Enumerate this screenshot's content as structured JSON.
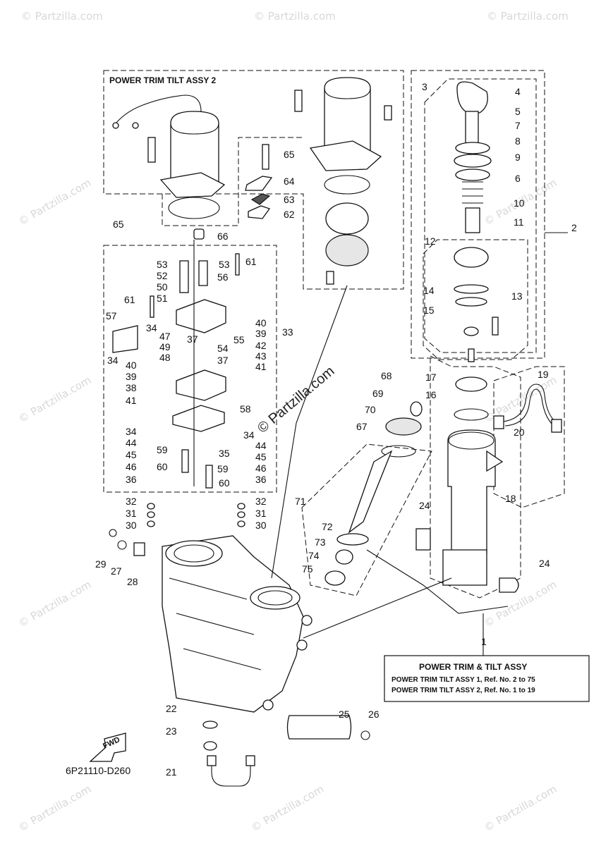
{
  "watermark": "© Partzilla.com",
  "center_watermark": "© Partzilla.com",
  "group_titles": {
    "assy2": "POWER  TRIM  TILT ASSY  2"
  },
  "legend": {
    "title": "POWER  TRIM & TILT  ASSY",
    "line1": "POWER  TRIM  TILT ASSY 1,   Ref.  No. 2  to  75",
    "line2": "POWER  TRIM  TILT ASSY 2,   Ref.  No. 1  to  19"
  },
  "fwd": "FWD",
  "diagram_code": "6P21110-D260",
  "callouts": [
    "1",
    "2",
    "3",
    "4",
    "5",
    "6",
    "7",
    "8",
    "9",
    "10",
    "11",
    "12",
    "13",
    "14",
    "15",
    "16",
    "17",
    "18",
    "19",
    "20",
    "21",
    "22",
    "23",
    "24",
    "24",
    "25",
    "26",
    "27",
    "28",
    "29",
    "30",
    "30",
    "31",
    "31",
    "32",
    "32",
    "33",
    "34",
    "34",
    "34",
    "34",
    "35",
    "36",
    "36",
    "37",
    "37",
    "38",
    "39",
    "39",
    "40",
    "40",
    "41",
    "41",
    "42",
    "43",
    "44",
    "44",
    "45",
    "45",
    "46",
    "46",
    "47",
    "48",
    "49",
    "50",
    "51",
    "52",
    "53",
    "53",
    "54",
    "55",
    "56",
    "57",
    "58",
    "59",
    "59",
    "60",
    "60",
    "61",
    "61",
    "62",
    "63",
    "64",
    "65",
    "65",
    "66",
    "67",
    "68",
    "69",
    "70",
    "71",
    "72",
    "73",
    "74",
    "75"
  ]
}
